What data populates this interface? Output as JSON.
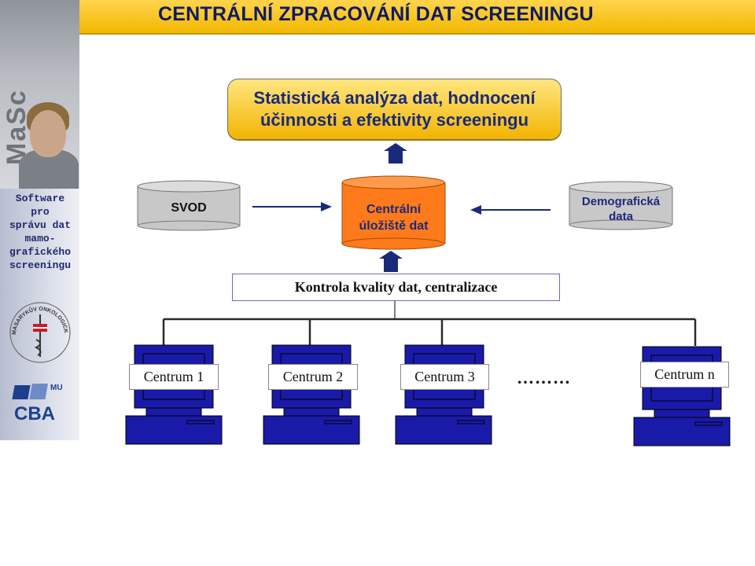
{
  "title": "CENTRÁLNÍ ZPRACOVÁNÍ DAT SCREENINGU",
  "sidebar": {
    "logo_letters": "MaSc",
    "tagline": [
      "Software",
      "pro",
      "správu dat",
      "mamo-",
      "grafického",
      "screeningu"
    ],
    "institute_logo": "MASARYKŮV ONKOLOGICKÝ ÚSTAV",
    "cba_logo": {
      "main": "CBA",
      "sub": "MU"
    }
  },
  "statistics_box": {
    "line1": "Statistická analýza dat, hodnocení",
    "line2": "účinnosti a efektivity screeningu"
  },
  "sources": {
    "svod": "SVOD",
    "central": {
      "line1": "Centrální",
      "line2": "úložiště dat"
    },
    "demographic": {
      "line1": "Demografická",
      "line2": "data"
    }
  },
  "quality_control": "Kontrola kvality dat, centralizace",
  "centers": [
    "Centrum 1",
    "Centrum 2",
    "Centrum 3",
    "Centrum n"
  ],
  "ellipsis": "………",
  "colors": {
    "title_bar": "#f2b800",
    "title_text": "#0f1a66",
    "computer": "#1a1aa8",
    "central_cylinder": "#ff7a1a",
    "arrow": "#1a2a7a"
  }
}
